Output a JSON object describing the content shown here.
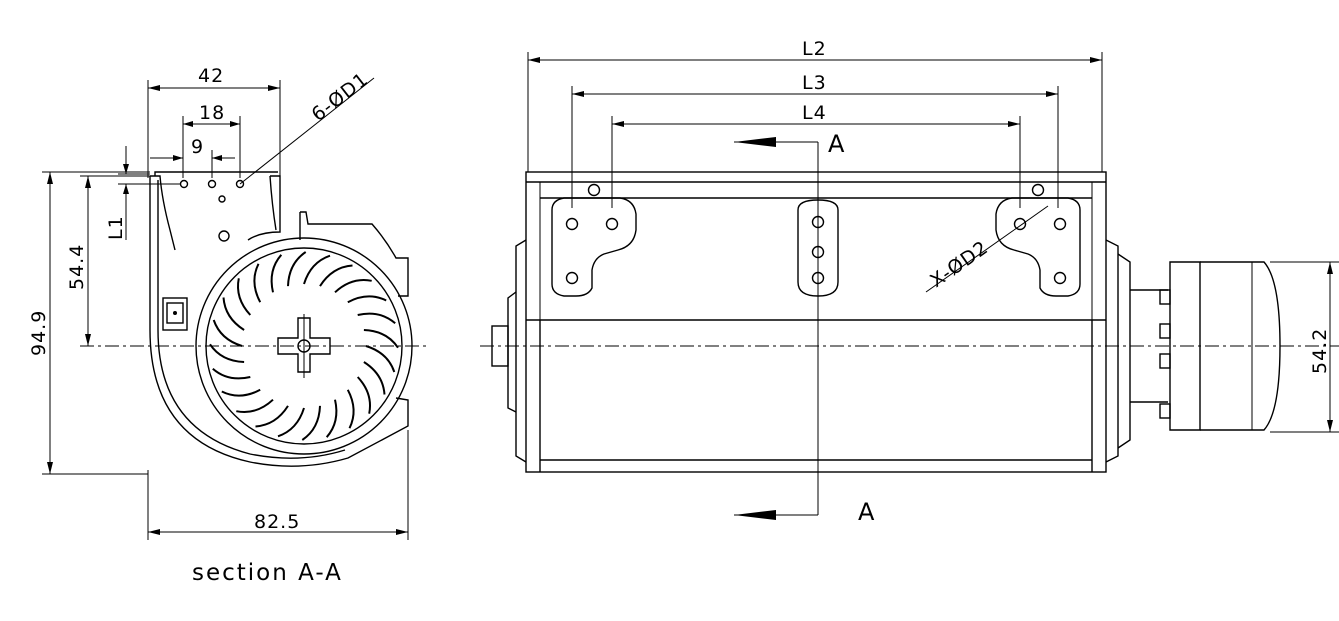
{
  "side_view": {
    "dims": {
      "width_top": "42",
      "width_mid": "18",
      "width_small": "9",
      "holes_top": "6-ØD1",
      "offset_l1": "L1",
      "height_54_4": "54.4",
      "height_total": "94.9",
      "width_total": "82.5"
    },
    "caption": "section A-A"
  },
  "front_view": {
    "dims": {
      "l2": "L2",
      "l3": "L3",
      "l4": "L4",
      "holes_side": "X-ØD2",
      "motor_height": "54.2"
    },
    "section_mark_top": "A",
    "section_mark_bottom": "A"
  }
}
